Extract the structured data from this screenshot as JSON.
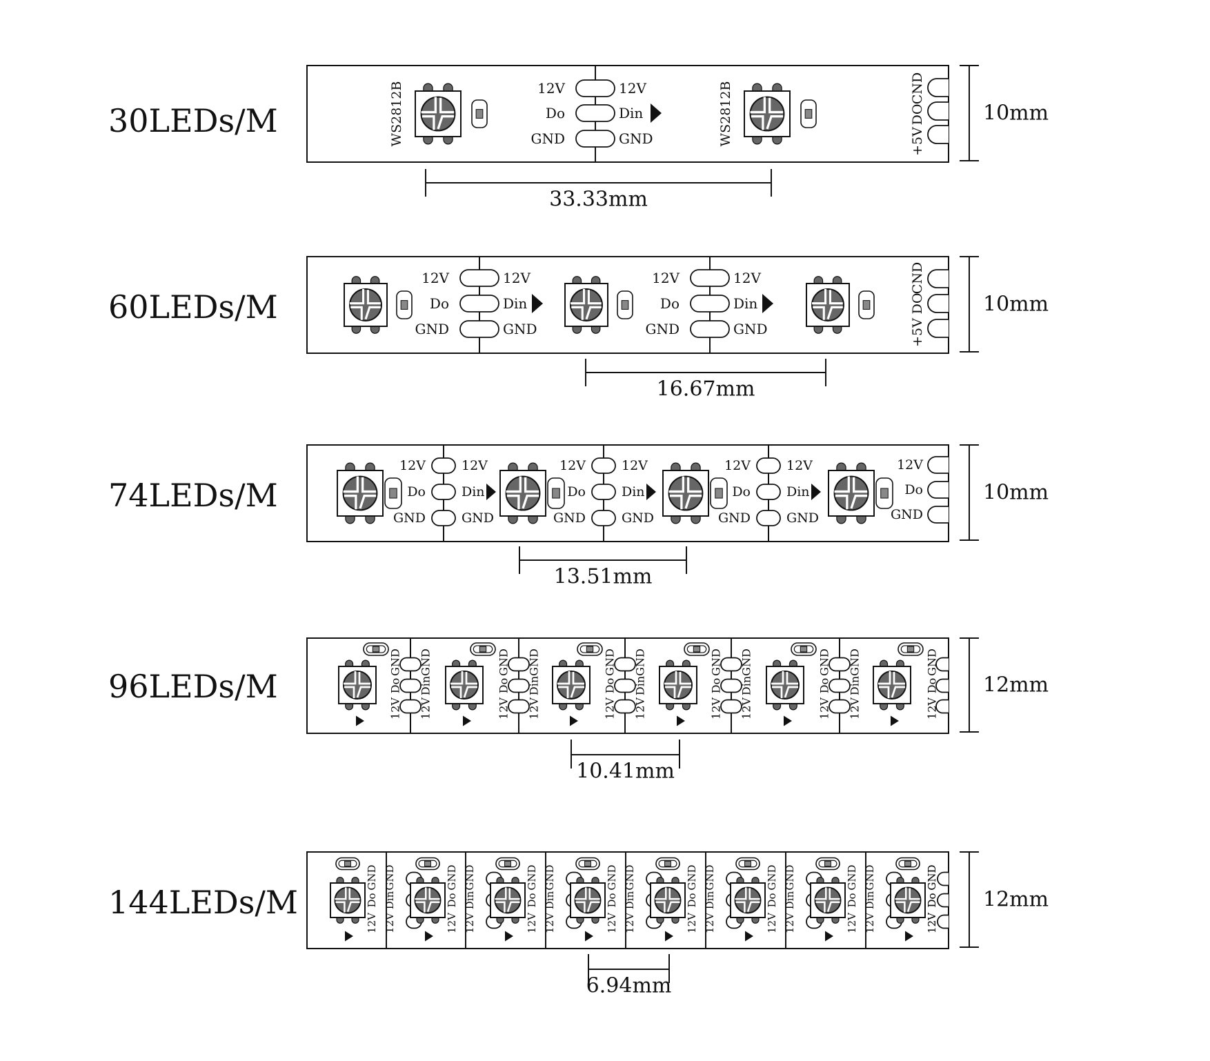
{
  "strips": [
    {
      "density_label": "30LEDs/M",
      "width_label": "10mm",
      "pitch_label": "33.33mm",
      "chip_label": "WS2812B",
      "pad_labels_left": [
        "12V",
        "Do",
        "GND"
      ],
      "pad_labels_right": [
        "12V",
        "Din",
        "GND"
      ],
      "end_labels": [
        "+5V",
        "DO",
        "CND"
      ]
    },
    {
      "density_label": "60LEDs/M",
      "width_label": "10mm",
      "pitch_label": "16.67mm",
      "pad_labels_left": [
        "12V",
        "Do",
        "GND"
      ],
      "pad_labels_right": [
        "12V",
        "Din",
        "GND"
      ],
      "end_labels": [
        "+5V",
        "DO",
        "CND"
      ]
    },
    {
      "density_label": "74LEDs/M",
      "width_label": "10mm",
      "pitch_label": "13.51mm",
      "pad_labels_left": [
        "12V",
        "Do",
        "GND"
      ],
      "pad_labels_right": [
        "12V",
        "Din",
        "GND"
      ],
      "end_labels": [
        "12V",
        "Do",
        "GND"
      ]
    },
    {
      "density_label": "96LEDs/M",
      "width_label": "12mm",
      "pitch_label": "10.41mm",
      "pad_labels_left": [
        "12V",
        "Do",
        "GND"
      ],
      "pad_labels_right": [
        "12V",
        "Din",
        "GND"
      ],
      "end_labels": [
        "12V",
        "Do",
        "GND"
      ]
    },
    {
      "density_label": "144LEDs/M",
      "width_label": "12mm",
      "pitch_label": "6.94mm",
      "pad_labels_left": [
        "12V",
        "Do",
        "GND"
      ],
      "pad_labels_right": [
        "12V",
        "Din",
        "GND"
      ],
      "end_labels": [
        "12V",
        "Do",
        "GND"
      ]
    }
  ],
  "colors": {
    "line": "#111111",
    "chip_fill": "#666666",
    "resistor_fill": "#888888",
    "background": "#ffffff"
  }
}
